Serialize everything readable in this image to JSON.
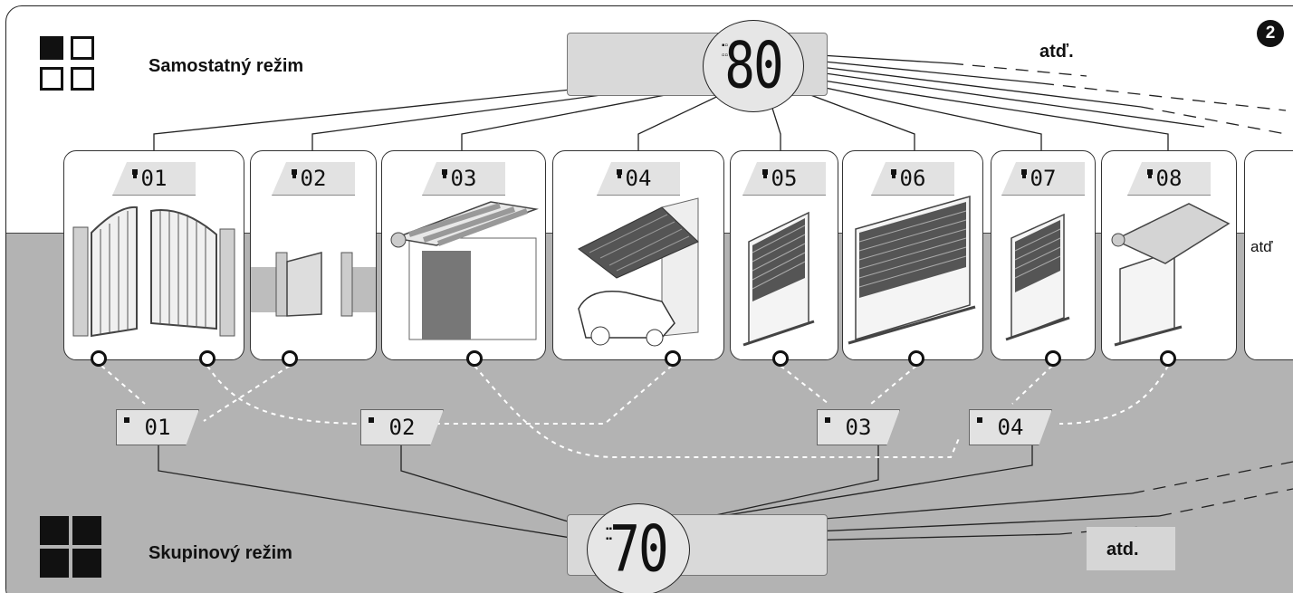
{
  "badge": "2",
  "top_mode": {
    "label": "Samostatný režim",
    "display": "80",
    "etc": "atď."
  },
  "bottom_mode": {
    "label": "Skupinový režim",
    "display": "70",
    "etc": "atd."
  },
  "cards_etc": "atď",
  "cards": [
    {
      "code": "01",
      "icon": "swing-gate-icon"
    },
    {
      "code": "02",
      "icon": "pedestrian-gate-icon"
    },
    {
      "code": "03",
      "icon": "awning-icon"
    },
    {
      "code": "04",
      "icon": "garage-door-icon"
    },
    {
      "code": "05",
      "icon": "roller-shutter-icon"
    },
    {
      "code": "06",
      "icon": "wide-roller-shutter-icon"
    },
    {
      "code": "07",
      "icon": "narrow-roller-shutter-icon"
    },
    {
      "code": "08",
      "icon": "window-awning-icon"
    }
  ],
  "groups": [
    "01",
    "02",
    "03",
    "04"
  ]
}
